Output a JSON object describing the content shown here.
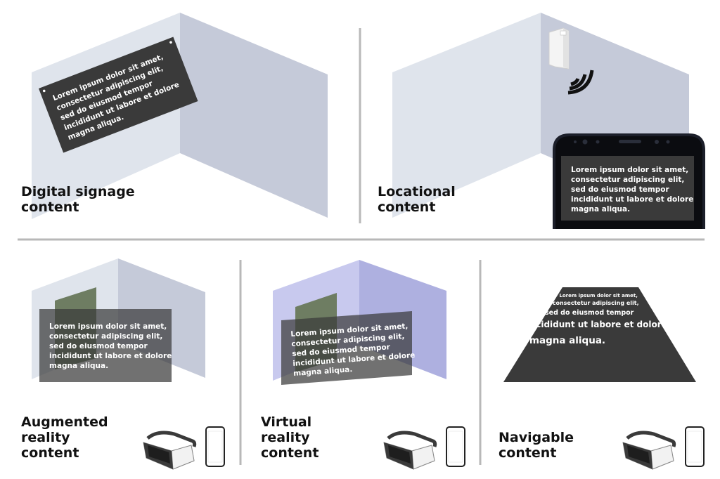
{
  "colors": {
    "wall_light": "#dfe4ec",
    "wall_shade": "#c5cad9",
    "wall_vr_light": "#c8c9ee",
    "wall_vr_shade": "#aeb0e0",
    "dark_panel": "#3a3a3a",
    "green_patch": "#6e7d62",
    "divider": "#b8b8b8"
  },
  "lorem_lines": [
    "Lorem ipsum dolor sit amet,",
    "consectetur adipiscing elit,",
    "sed do eiusmod tempor",
    "incididunt ut labore et dolore",
    "magna aliqua."
  ],
  "sections": {
    "digital_signage": {
      "label": "Digital signage\ncontent"
    },
    "locational": {
      "label": "Locational\ncontent"
    },
    "augmented_reality": {
      "label": "Augmented\nreality\ncontent"
    },
    "virtual_reality": {
      "label": "Virtual\nreality\ncontent"
    },
    "navigable": {
      "label": "Navigable\ncontent"
    }
  },
  "icons": {
    "wifi": "wireless-signal-icon",
    "beacon": "beacon-device-icon",
    "smartphone": "smartphone-icon",
    "vr_headset": "vr-headset-icon"
  }
}
